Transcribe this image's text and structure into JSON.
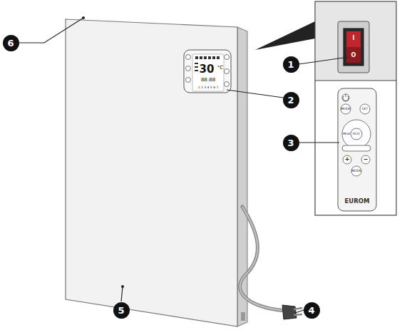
{
  "diagram": {
    "nodes": [
      {
        "text": [
          "6"
        ]
      },
      {
        "text": [
          "1"
        ]
      },
      {
        "text": [
          "2"
        ]
      },
      {
        "text": [
          "3"
        ]
      },
      {
        "text": [
          "5"
        ]
      },
      {
        "text": [
          "4"
        ]
      }
    ],
    "labels": [
      "30",
      "°C",
      "88:88",
      "1 2 3 4 5 6 7",
      "I",
      "O",
      "MODE",
      "SET",
      "Mod",
      "ECO",
      "+",
      "−",
      "MODE",
      "EUROM"
    ]
  }
}
